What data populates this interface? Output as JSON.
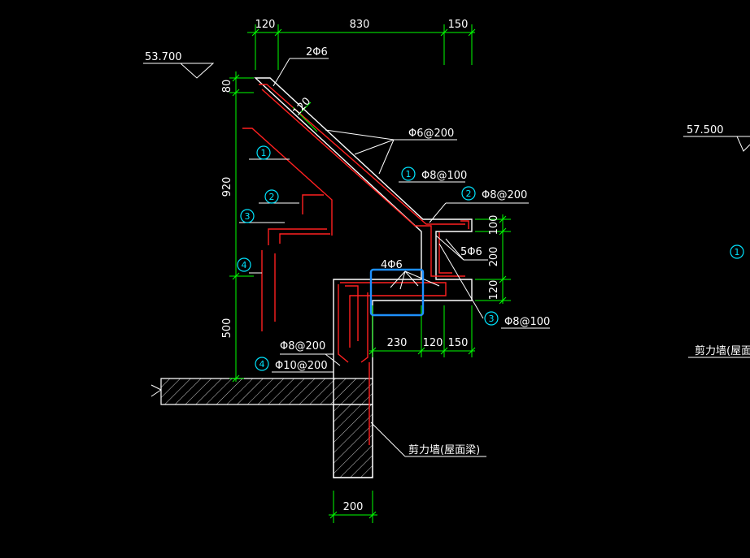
{
  "colors": {
    "background": "#000000",
    "outline": "#ffffff",
    "rebar": "#ff2020",
    "dimension": "#00ff00",
    "callout": "#00e5ff",
    "selection": "#1e90ff"
  },
  "levels": {
    "left": "53.700",
    "right": "57.500"
  },
  "dims": {
    "top": [
      "120",
      "830",
      "150"
    ],
    "left": [
      "80",
      "920",
      "500"
    ],
    "right": [
      "100",
      "200",
      "120"
    ],
    "bottom": [
      "230",
      "120",
      "150"
    ],
    "wall_thickness": "200",
    "slab_120": "120"
  },
  "labels": {
    "top_bars": "2Φ6",
    "dist_bars": "Φ6@200",
    "bar1": "Φ8@100",
    "bar2": "Φ8@200",
    "five_bars": "5Φ6",
    "four_bars": "4Φ6",
    "bar3": "Φ8@100",
    "bar_a": "Φ8@200",
    "bar4": "Φ10@200",
    "wall_note": "剪力墙(屋面梁)",
    "right_note": "剪力墙(屋面梁"
  },
  "circles": {
    "n1": "1",
    "n2": "2",
    "n3": "3",
    "n4": "4",
    "right": "1"
  }
}
